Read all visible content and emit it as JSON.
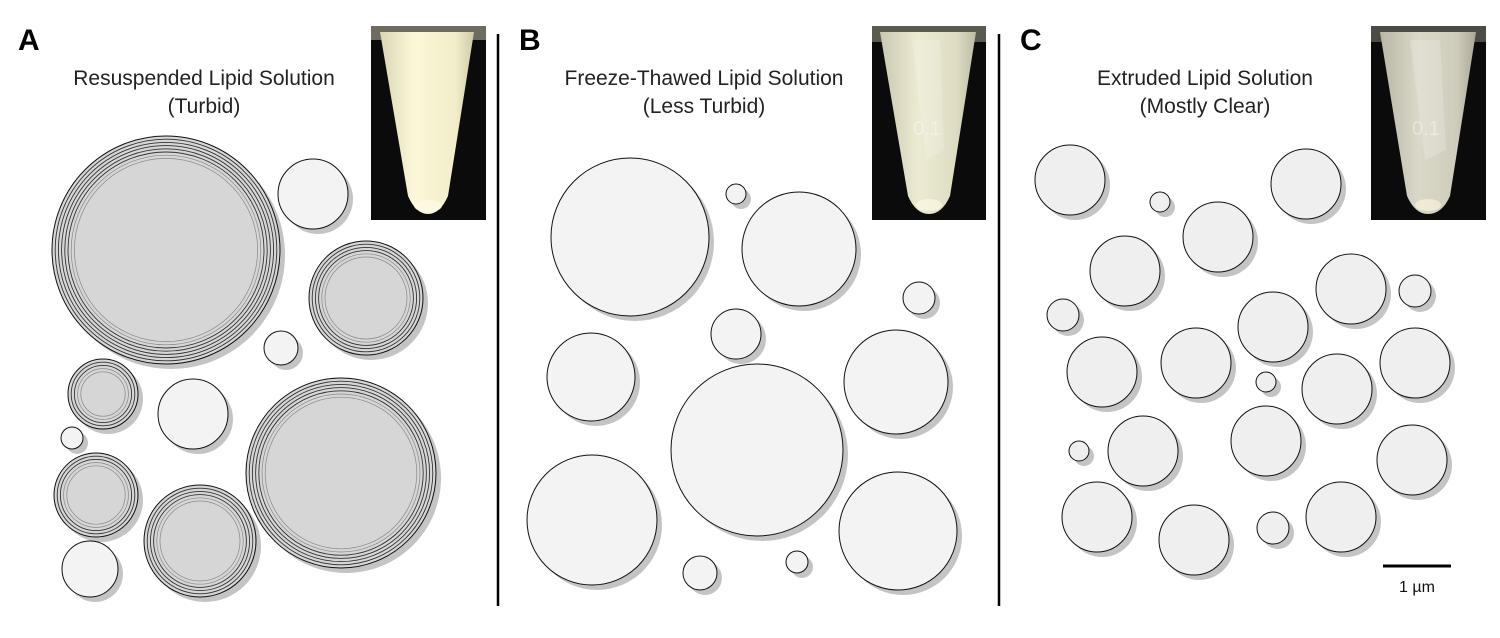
{
  "panels": [
    {
      "letter": "A",
      "title_line1": "Resuspended Lipid Solution",
      "title_line2": "(Turbid)"
    },
    {
      "letter": "B",
      "title_line1": "Freeze-Thawed Lipid Solution",
      "title_line2": "(Less Turbid)"
    },
    {
      "letter": "C",
      "title_line1": "Extruded Lipid Solution",
      "title_line2": "(Mostly Clear)"
    }
  ],
  "scale_bar": {
    "label": "1 µm"
  },
  "colors": {
    "multilamellar_fill": "#d6d6d6",
    "unilamellar_fill": "#f3f3f3",
    "extruded_fill": "#efefef",
    "shadow": "#c4c4c4",
    "tube_background": "#0b0b0b"
  }
}
